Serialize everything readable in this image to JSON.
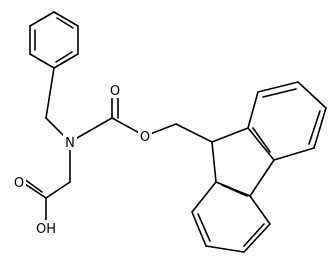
{
  "molecule": {
    "atom_labels": {
      "nitrogen": "N",
      "carbonyl_oxygen": "O",
      "ester_oxygen": "O",
      "acid_carbonyl_oxygen": "O",
      "hydroxyl": "OH"
    }
  }
}
